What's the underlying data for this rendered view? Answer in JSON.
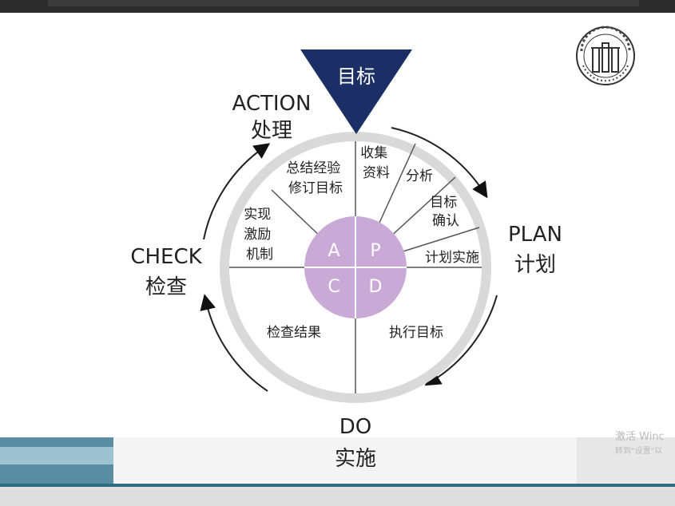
{
  "diagram": {
    "goal": "目标",
    "action": {
      "en": "ACTION",
      "zh": "处理"
    },
    "plan": {
      "en": "PLAN",
      "zh": "计划"
    },
    "do": {
      "en": "DO",
      "zh": "实施"
    },
    "check": {
      "en": "CHECK",
      "zh": "检查"
    },
    "plan_steps": [
      "收集\n资料",
      "分析",
      "目标\n确认",
      "计划实施"
    ],
    "action_steps": [
      "总结经验\n修订目标",
      "实现\n激励\n机制"
    ],
    "do_step": "执行目标",
    "check_step": "检查结果",
    "center": {
      "a": "A",
      "p": "P",
      "c": "C",
      "d": "D"
    }
  },
  "overlay": {
    "watermark_line1": "激活 Winc",
    "watermark_line2": "转到\"设置\"以"
  },
  "colors": {
    "goal_triangle": "#1b2f66",
    "center_circle": "#c9a9d6",
    "ring": "#d9d9d9",
    "lines": "#555555",
    "text": "#222222",
    "teal": "#5a8ca2"
  }
}
